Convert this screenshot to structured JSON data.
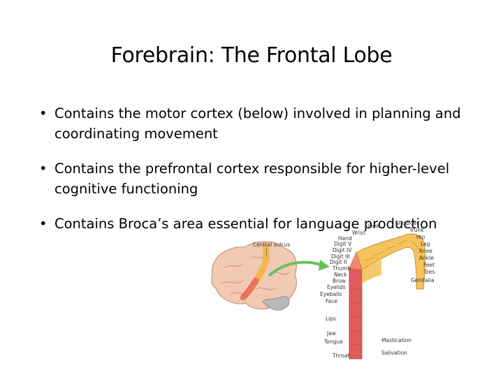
{
  "slide": {
    "title": "Forebrain: The Frontal Lobe",
    "bullets": [
      "Contains the motor cortex (below) involved in planning and coordinating movement",
      "Contains the prefrontal cortex responsible for higher-level cognitive functioning",
      "Contains Broca’s area essential for language production"
    ],
    "bullet_glyph": "•"
  },
  "figure": {
    "central_sulcus_label": "Central sulcus",
    "homunculus_labels": {
      "shoulder": "Shoulder",
      "elbow": "Elbow",
      "trunk": "Trunk",
      "wrist": "Wrist",
      "hip": "Hip",
      "hand": "Hand",
      "leg": "Leg",
      "digit_v": "Digit V",
      "knee": "Knee",
      "digit_iv": "Digit IV",
      "ankle": "Ankle",
      "digit_iii": "Digit III",
      "feet": "Feet",
      "digit_ii": "Digit II",
      "toes": "Toes",
      "thumb": "Thumb",
      "genitalia": "Genitalia",
      "neck": "Neck",
      "brow": "Brow",
      "eyelids": "Eyelids",
      "eyeballs": "Eyeballs",
      "face": "Face",
      "lips": "Lips",
      "jaw": "Jaw",
      "mastication": "Mastication",
      "tongue": "Tongue",
      "salivation": "Salivation",
      "throat": "Throat"
    },
    "colors": {
      "brain": "#f2c9b3",
      "motor_strip": "#f4b23a",
      "arrow": "#6ac15c",
      "cortex_upper": "#f6c25a",
      "cortex_lower": "#e25b5b"
    }
  }
}
